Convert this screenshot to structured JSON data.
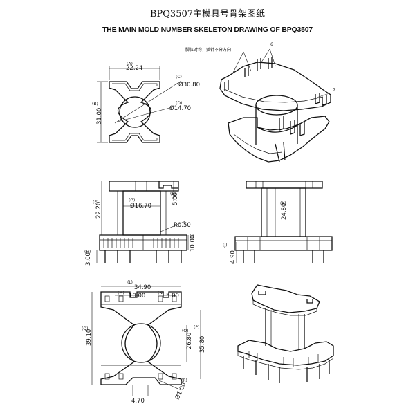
{
  "header": {
    "title_cn": "BPQ3507主模具号骨架图纸",
    "title_en": "THE MAIN MOLD NUMBER SKELETON DRAWING OF BPQ3507"
  },
  "annotations": {
    "pin_note": "脚位对称，插针不分方向",
    "callout_6": "6",
    "callout_7": "7"
  },
  "top_view": {
    "labels": {
      "A": "(A)",
      "B": "(B)",
      "C": "(C)",
      "D": "(D)"
    },
    "dims": {
      "width": "22.24",
      "height": "31.00",
      "dia_outer": "Ø30.80",
      "dia_inner": "Ø14.70"
    }
  },
  "front_view": {
    "labels": {
      "E": "(E)",
      "G": "(G)",
      "F": "(F)",
      "H": "(H)",
      "I": "(I)"
    },
    "dims": {
      "height": "22.20",
      "core_dia": "Ø16.70",
      "flange": "5.00",
      "radius": "R0.50",
      "base": "10.00",
      "pin": "3.00"
    }
  },
  "side_view": {
    "labels": {
      "J": "(J)",
      "K": "(K)"
    },
    "dims": {
      "height": "24.80",
      "base": "4.90"
    }
  },
  "bottom_view": {
    "labels": {
      "L": "(L)",
      "M": "(M)",
      "N": "(N)",
      "O": "(O)",
      "P": "(P)",
      "Q": "(Q)",
      "R": "(R)"
    },
    "dims": {
      "width": "34.90",
      "pitch_wide": "10.00",
      "pitch_narrow": "5.00",
      "height": "39.10",
      "inner": "26.80",
      "outer": "35.80",
      "slot": "4.70",
      "pin_dia": "Ø1.00"
    }
  }
}
